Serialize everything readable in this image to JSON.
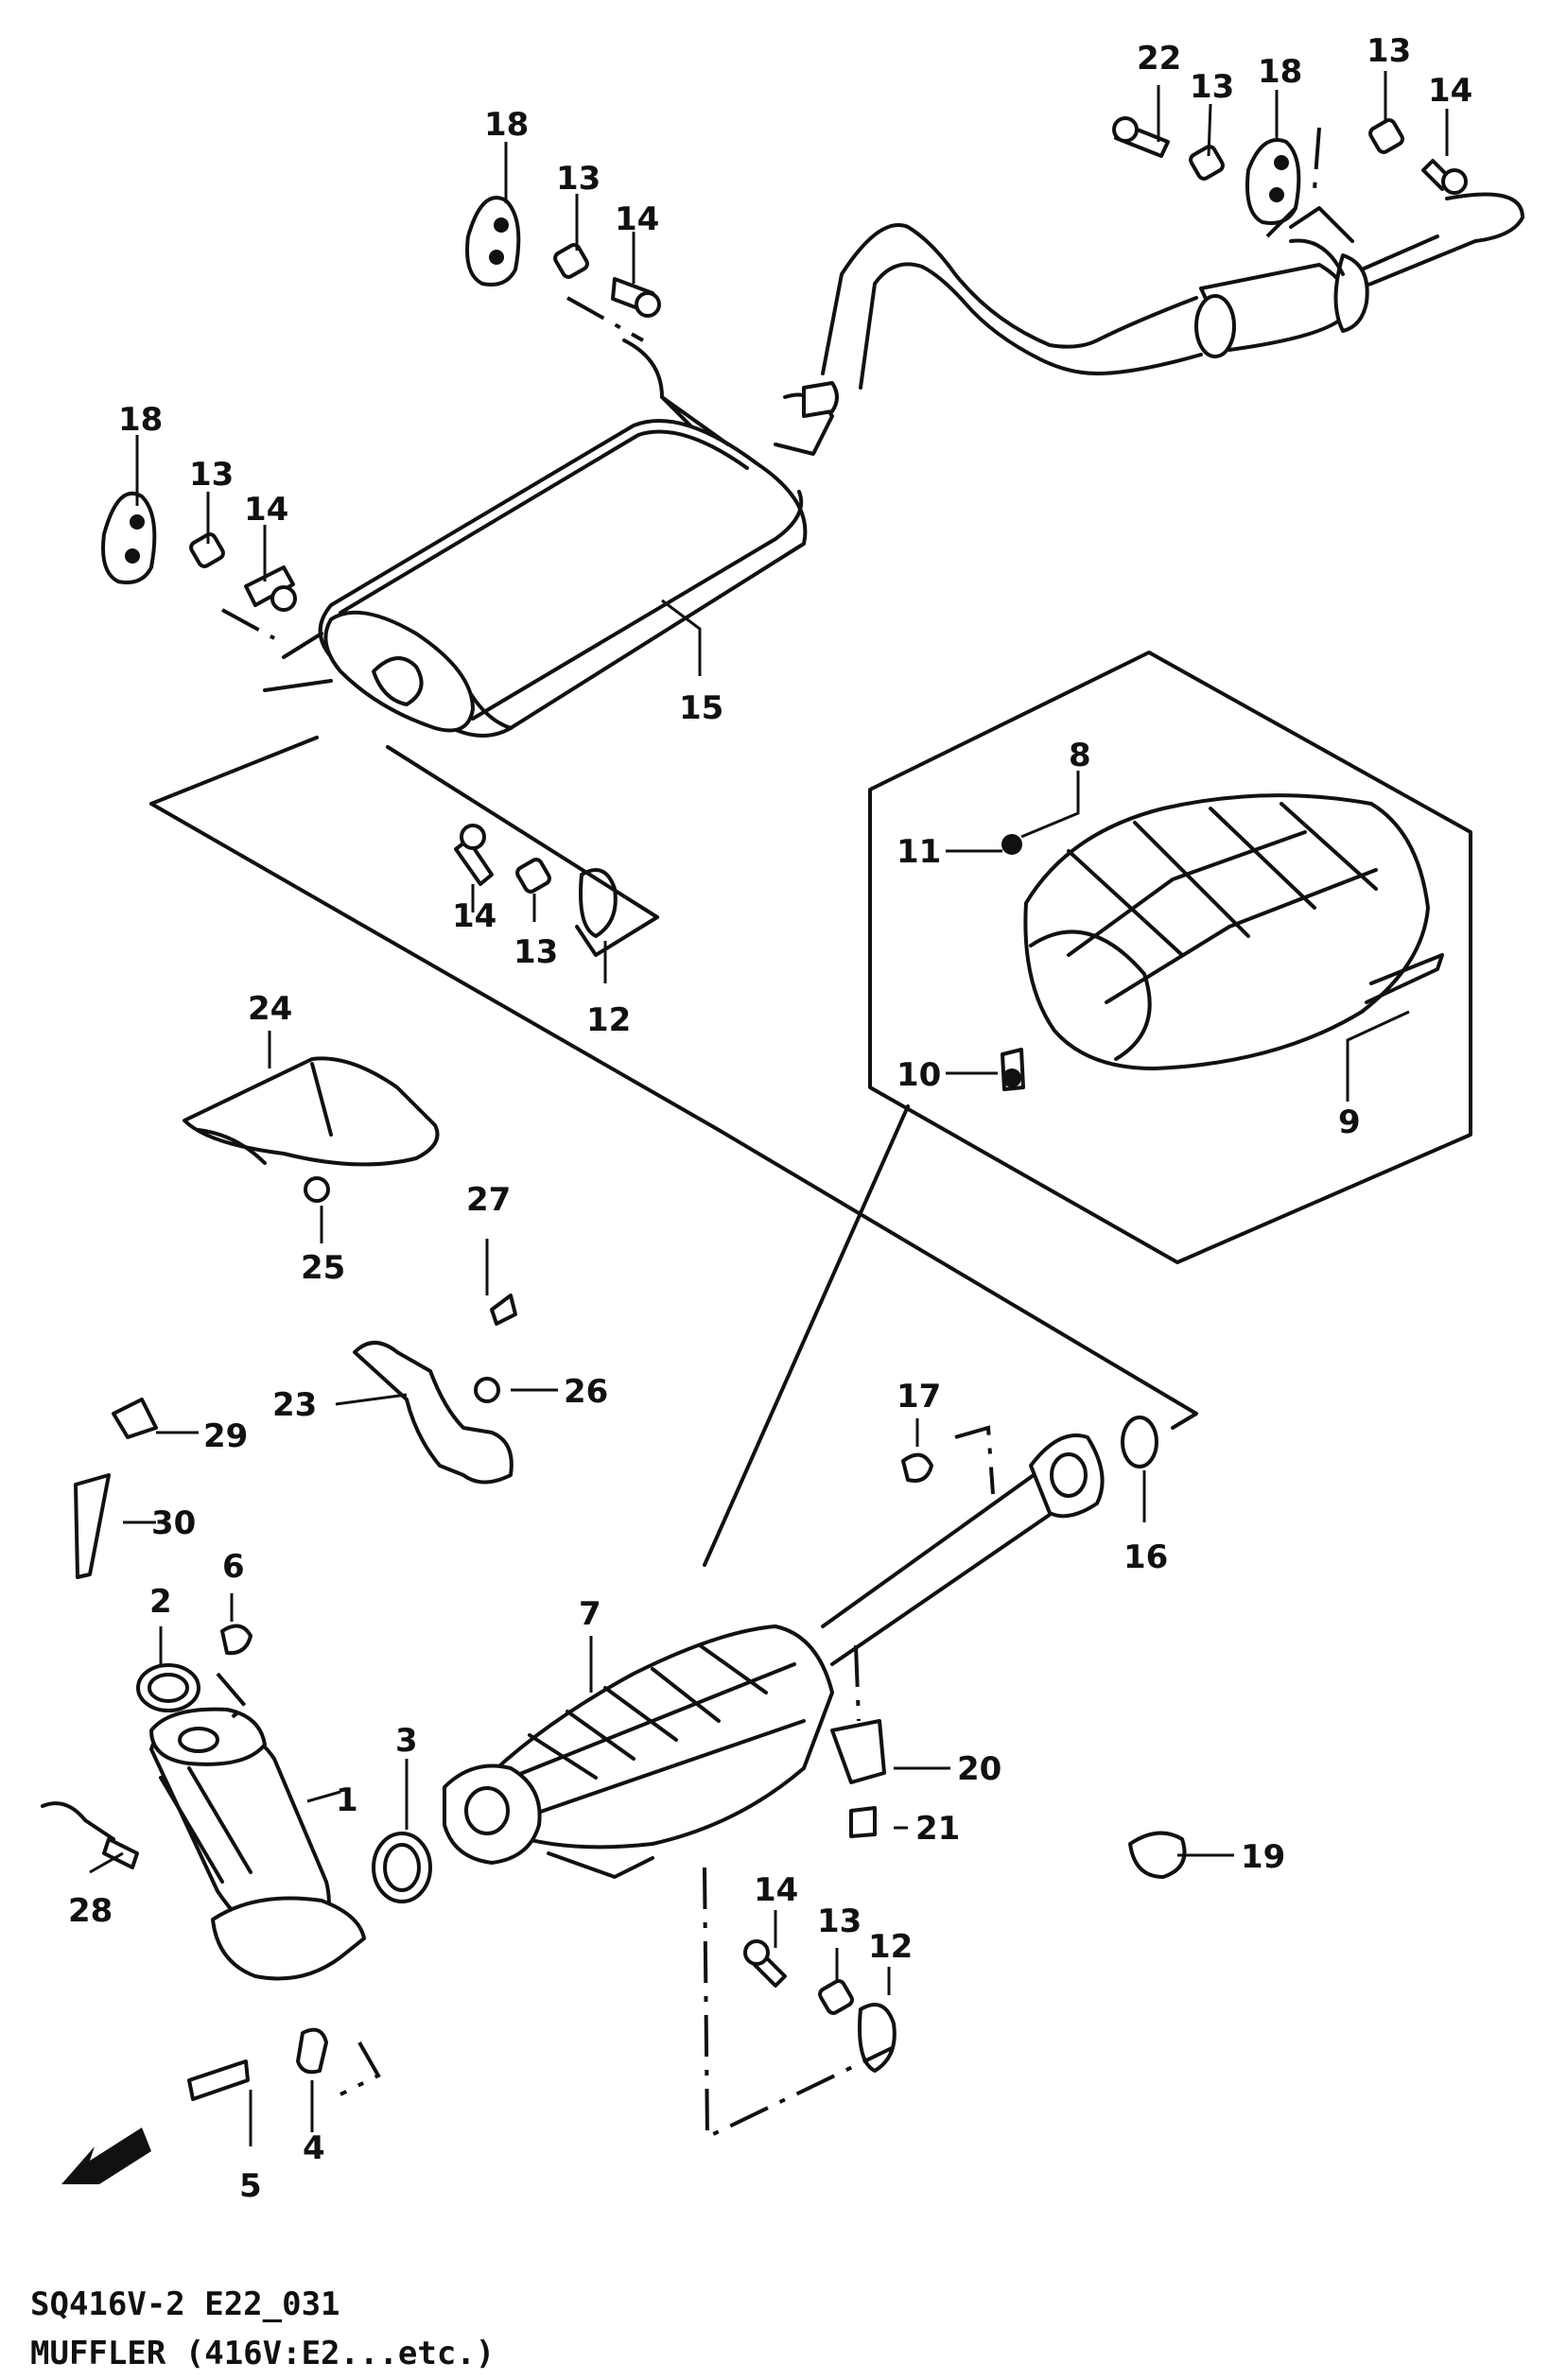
{
  "caption": {
    "line1": "SQ416V-2 E22_031",
    "line2": "MUFFLER (416V:E2...etc.)"
  },
  "callouts": {
    "n1": "1",
    "n2": "2",
    "n3": "3",
    "n4": "4",
    "n5": "5",
    "n6": "6",
    "n7": "7",
    "n8": "8",
    "n9": "9",
    "n10": "10",
    "n11": "11",
    "n12": "12",
    "n13": "13",
    "n14": "14",
    "n15": "15",
    "n16": "16",
    "n17": "17",
    "n18": "18",
    "n19": "19",
    "n20": "20",
    "n21": "21",
    "n22": "22",
    "n23": "23",
    "n24": "24",
    "n25": "25",
    "n26": "26",
    "n27": "27",
    "n28": "28",
    "n29": "29",
    "n30": "30"
  },
  "icons": {
    "direction_arrow": "front-direction-arrow-icon"
  }
}
